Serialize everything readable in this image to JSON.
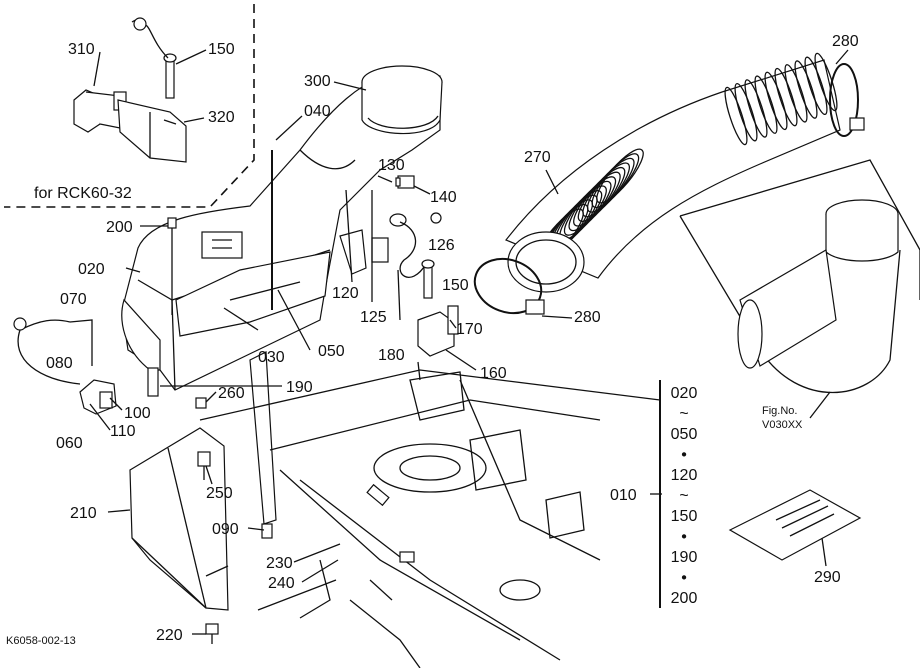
{
  "diagram": {
    "inset_caption": "for RCK60-32",
    "drawing_code": "K6058-002-13",
    "fig_ref_line1": "Fig.No.",
    "fig_ref_line2": "V030XX",
    "parts": {
      "p310": "310",
      "p150a": "150",
      "p320": "320",
      "p300": "300",
      "p040": "040",
      "p280a": "280",
      "p270": "270",
      "p130": "130",
      "p140": "140",
      "p200": "200",
      "p126": "126",
      "p020": "020",
      "p120": "120",
      "p150b": "150",
      "p070": "070",
      "p125": "125",
      "p170": "170",
      "p280b": "280",
      "p080": "080",
      "p030": "030",
      "p050": "050",
      "p180": "180",
      "p160": "160",
      "p190": "190",
      "p260": "260",
      "p100": "100",
      "p060": "060",
      "p110": "110",
      "p250": "250",
      "p210": "210",
      "p090": "090",
      "p230": "230",
      "p240": "240",
      "p290": "290",
      "p220": "220",
      "p010": "010"
    },
    "assembly_range": [
      "020",
      "~",
      "050",
      "•",
      "120",
      "~",
      "150",
      "•",
      "190",
      "•",
      "200"
    ]
  }
}
